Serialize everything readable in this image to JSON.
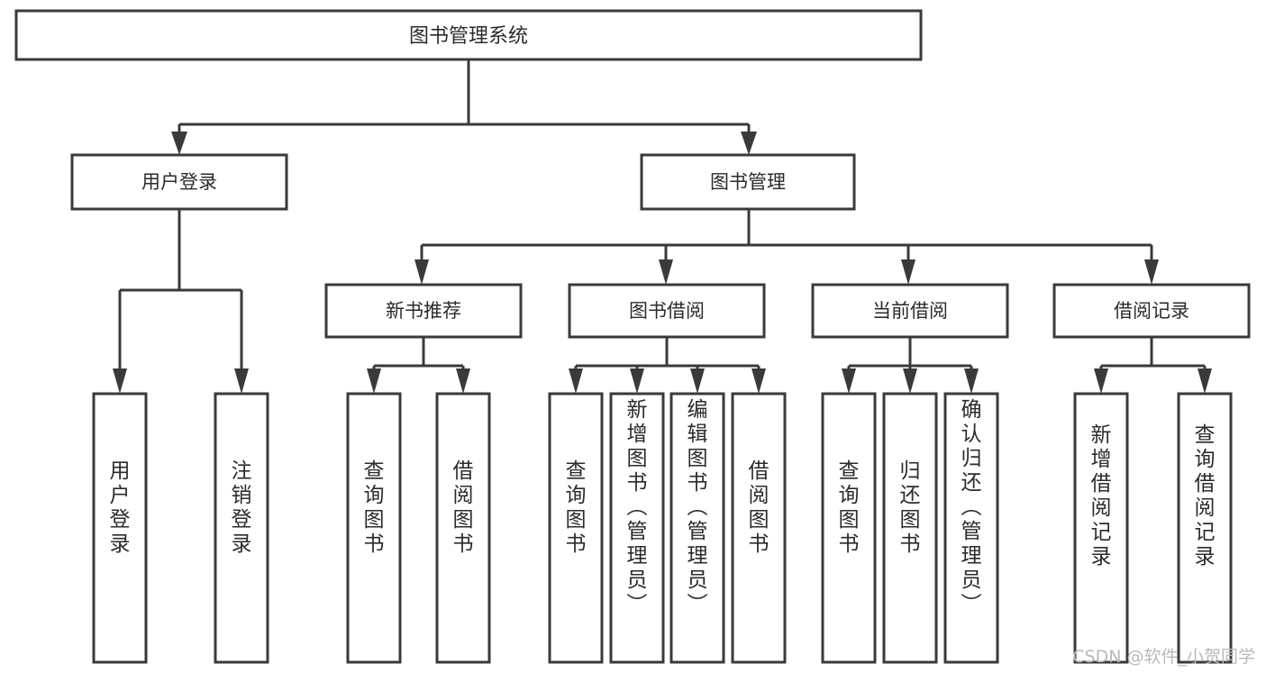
{
  "diagram": {
    "kind": "tree-hierarchy-chart",
    "title": "图书管理系统",
    "root": {
      "id": "root",
      "label": "图书管理系统"
    },
    "level2": [
      {
        "id": "user-login",
        "label": "用户登录"
      },
      {
        "id": "book-manage",
        "label": "图书管理"
      }
    ],
    "level3": [
      {
        "id": "new-book-recommend",
        "label": "新书推荐",
        "parent": "book-manage"
      },
      {
        "id": "book-borrow",
        "label": "图书借阅",
        "parent": "book-manage"
      },
      {
        "id": "current-borrow",
        "label": "当前借阅",
        "parent": "book-manage"
      },
      {
        "id": "borrow-record",
        "label": "借阅记录",
        "parent": "book-manage"
      }
    ],
    "leaves": {
      "user-login": [
        {
          "id": "leaf-user-login",
          "label": "用户登录"
        },
        {
          "id": "leaf-user-logout",
          "label": "注销登录"
        }
      ],
      "new-book-recommend": [
        {
          "id": "leaf-query-book-1",
          "label": "查询图书"
        },
        {
          "id": "leaf-borrow-book-1",
          "label": "借阅图书"
        }
      ],
      "book-borrow": [
        {
          "id": "leaf-query-book-2",
          "label": "查询图书"
        },
        {
          "id": "leaf-add-book-admin",
          "label": "新增图书（管理员）"
        },
        {
          "id": "leaf-edit-book-admin",
          "label": "编辑图书（管理员）"
        },
        {
          "id": "leaf-borrow-book-2",
          "label": "借阅图书"
        }
      ],
      "current-borrow": [
        {
          "id": "leaf-query-book-3",
          "label": "查询图书"
        },
        {
          "id": "leaf-return-book",
          "label": "归还图书"
        },
        {
          "id": "leaf-confirm-return-admin",
          "label": "确认归还（管理员）"
        }
      ],
      "borrow-record": [
        {
          "id": "leaf-add-borrow-record",
          "label": "新增借阅记录"
        },
        {
          "id": "leaf-query-borrow-record",
          "label": "查询借阅记录"
        }
      ]
    }
  },
  "watermark": {
    "text": "CSDN @软件_小贺同学"
  },
  "colors": {
    "stroke": "#3a3a3a",
    "box_fill": "#ffffff",
    "text": "#2b2b2b",
    "watermark": "#b9b9b9",
    "canvas": "#ffffff"
  }
}
